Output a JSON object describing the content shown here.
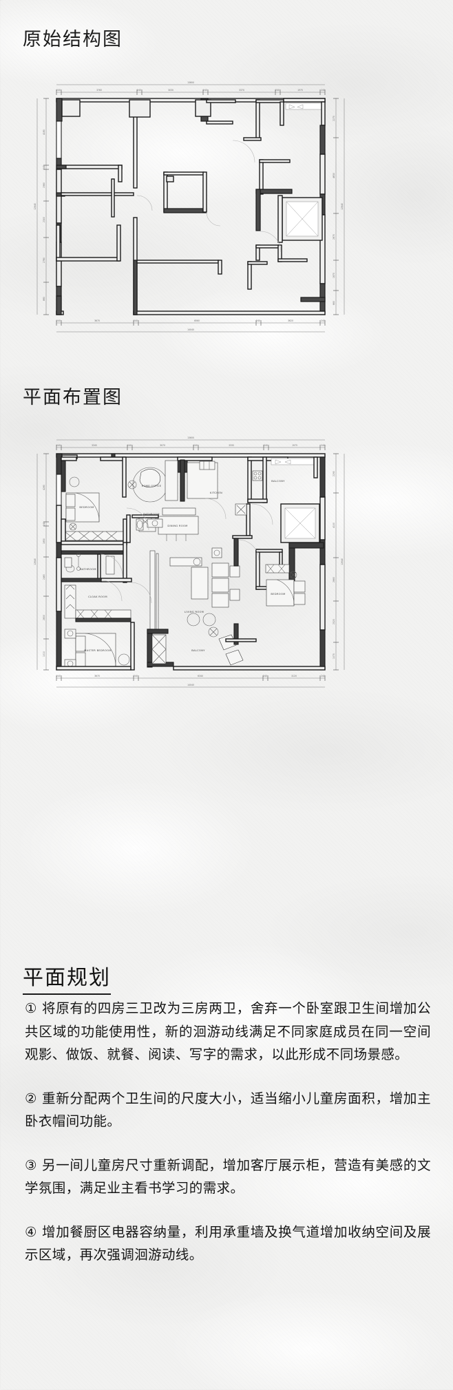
{
  "document": {
    "background_color": "#f2f2f1",
    "ink_color": "#1b1b1b"
  },
  "sections": {
    "original_structure": {
      "title": "原始结构图",
      "drawing_name": "original-structure-floor-plan"
    },
    "furniture_layout": {
      "title": "平面布置图",
      "drawing_name": "furniture-layout-floor-plan"
    },
    "planning": {
      "title": "平面规划"
    }
  },
  "plan1": {
    "overall_top_dim": "13600",
    "overall_bottom_dim": "14040",
    "overall_left_dim": "12640",
    "top_dims": [
      "240",
      "3760",
      "240",
      "3030",
      "240",
      "3370",
      "240",
      "1975",
      "240"
    ],
    "bottom_dims": [
      "240",
      "3670",
      "240",
      "6060",
      "240",
      "3620",
      "240"
    ],
    "left_dims": [
      "4180",
      "240",
      "1960",
      "2300",
      "2780",
      "880"
    ],
    "right_dims": [
      "2270",
      "4830",
      "2870",
      "1870",
      "660"
    ]
  },
  "plan2": {
    "overall_top_dim": "13600",
    "overall_bottom_dim": "14040",
    "overall_left_dim": "12640",
    "top_dims": [
      "240",
      "3345",
      "240",
      "3070",
      "240",
      "3335",
      "240",
      "1975",
      "240"
    ],
    "bottom_dims": [
      "240",
      "3670",
      "240",
      "6340",
      "240",
      "3120",
      "240"
    ],
    "left_dims": [
      "4280",
      "240",
      "1850",
      "2460",
      "2600",
      "1010"
    ],
    "right_dims": [
      "2290",
      "4100",
      "2660",
      "2520",
      "1070"
    ],
    "room_labels": [
      "BEDROOM",
      "HOME OFFICE",
      "KITCHEN",
      "BALCONY",
      "DINING ROOM",
      "BATHROOM",
      "BATHROOM",
      "CLOAK ROOM",
      "LIVING ROOM",
      "MASTER BEDROOM",
      "BEDROOM",
      "BALCONY"
    ]
  },
  "notes": [
    "① 将原有的四房三卫改为三房两卫，舍弃一个卧室跟卫生间增加公共区域的功能使用性，新的洄游动线满足不同家庭成员在同一空间观影、做饭、就餐、阅读、写字的需求，以此形成不同场景感。",
    "② 重新分配两个卫生间的尺度大小，适当缩小儿童房面积，增加主卧衣帽间功能。",
    "③ 另一间儿童房尺寸重新调配，增加客厅展示柜，营造有美感的文学氛围，满足业主看书学习的需求。",
    "④ 增加餐厨区电器容纳量，利用承重墙及换气道增加收纳空间及展示区域，再次强调洄游动线。"
  ]
}
